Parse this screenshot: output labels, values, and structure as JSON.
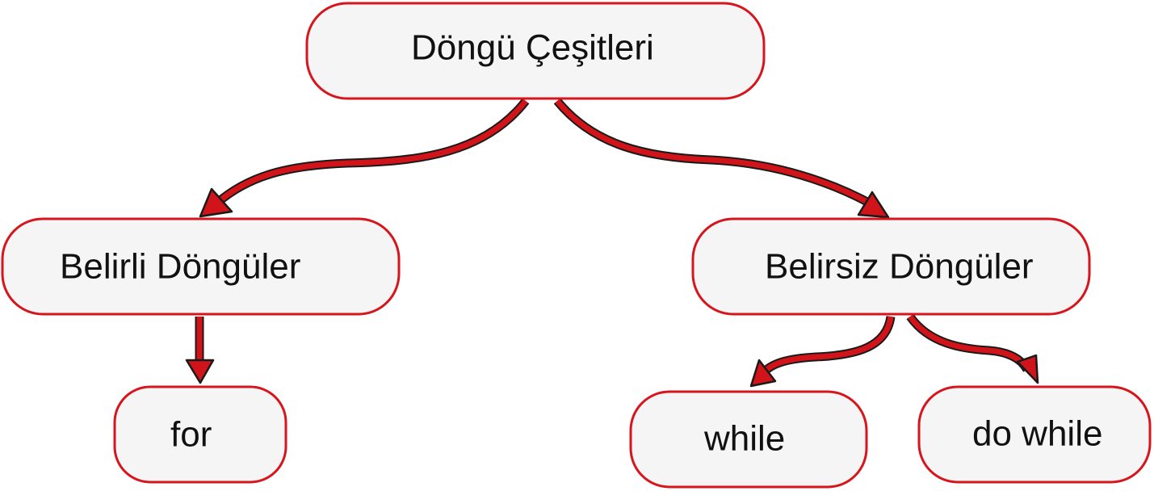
{
  "colors": {
    "node_fill": "#f5f5f5",
    "node_border": "#d7151d",
    "arrow_fill": "#d11419",
    "arrow_outline": "#1a1a1a",
    "text": "#111111"
  },
  "nodes": {
    "root": {
      "label": "Döngü Çeşitleri"
    },
    "definite": {
      "label": "Belirli Döngüler"
    },
    "indefinite": {
      "label": "Belirsiz Döngüler"
    },
    "for_loop": {
      "label": "for"
    },
    "while_loop": {
      "label": "while"
    },
    "do_while_loop": {
      "label": "do while"
    }
  },
  "edges": [
    {
      "from": "Döngü Çeşitleri",
      "to": "Belirli Döngüler"
    },
    {
      "from": "Döngü Çeşitleri",
      "to": "Belirsiz Döngüler"
    },
    {
      "from": "Belirli Döngüler",
      "to": "for"
    },
    {
      "from": "Belirsiz Döngüler",
      "to": "while"
    },
    {
      "from": "Belirsiz Döngüler",
      "to": "do while"
    }
  ]
}
